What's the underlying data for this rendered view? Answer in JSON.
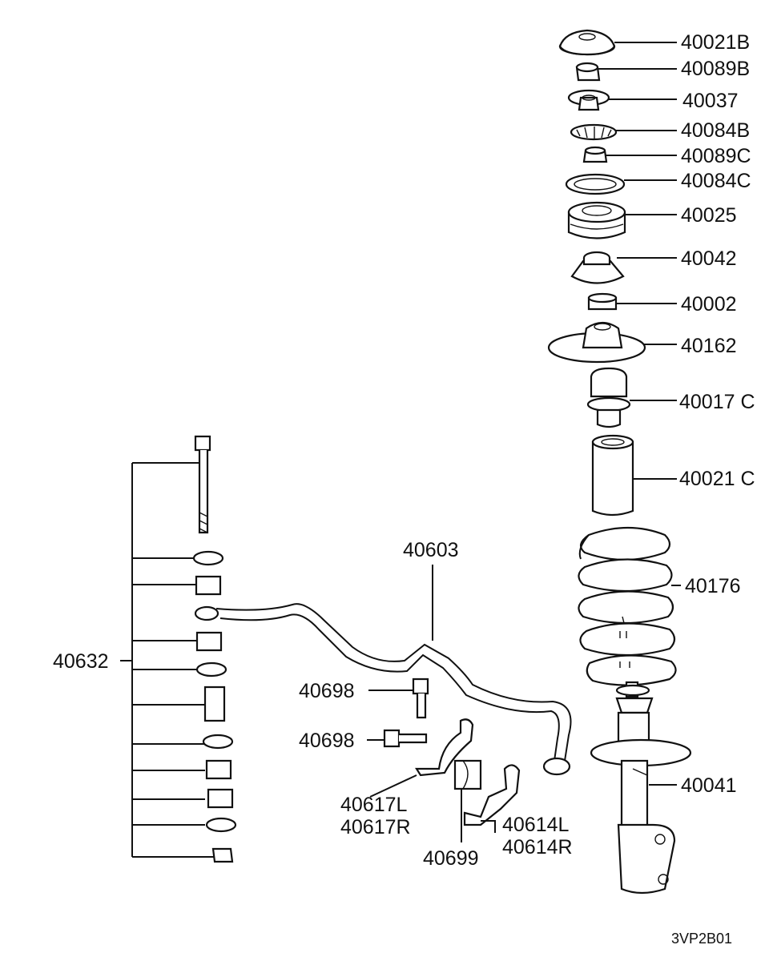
{
  "diagram": {
    "drawing_code": "3VP2B01",
    "strut_labels": [
      {
        "id": "40021b",
        "text": "40021B"
      },
      {
        "id": "40089b",
        "text": "40089B"
      },
      {
        "id": "40037",
        "text": "40037"
      },
      {
        "id": "40084b",
        "text": "40084B"
      },
      {
        "id": "40089c",
        "text": "40089C"
      },
      {
        "id": "40084c",
        "text": "40084C"
      },
      {
        "id": "40025",
        "text": "40025"
      },
      {
        "id": "40042",
        "text": "40042"
      },
      {
        "id": "40002",
        "text": "40002"
      },
      {
        "id": "40162",
        "text": "40162"
      },
      {
        "id": "40017c",
        "text": "40017 C"
      },
      {
        "id": "40021c",
        "text": "40021 C"
      },
      {
        "id": "40176",
        "text": "40176"
      },
      {
        "id": "40041",
        "text": "40041"
      }
    ],
    "stabilizer_labels": [
      {
        "id": "40603",
        "text": "40603"
      },
      {
        "id": "40632",
        "text": "40632"
      },
      {
        "id": "40698a",
        "text": "40698"
      },
      {
        "id": "40698b",
        "text": "40698"
      },
      {
        "id": "40617l",
        "text": "40617L"
      },
      {
        "id": "40617r",
        "text": "40617R"
      },
      {
        "id": "40699",
        "text": "40699"
      },
      {
        "id": "40614l",
        "text": "40614L"
      },
      {
        "id": "40614r",
        "text": "40614R"
      }
    ]
  }
}
